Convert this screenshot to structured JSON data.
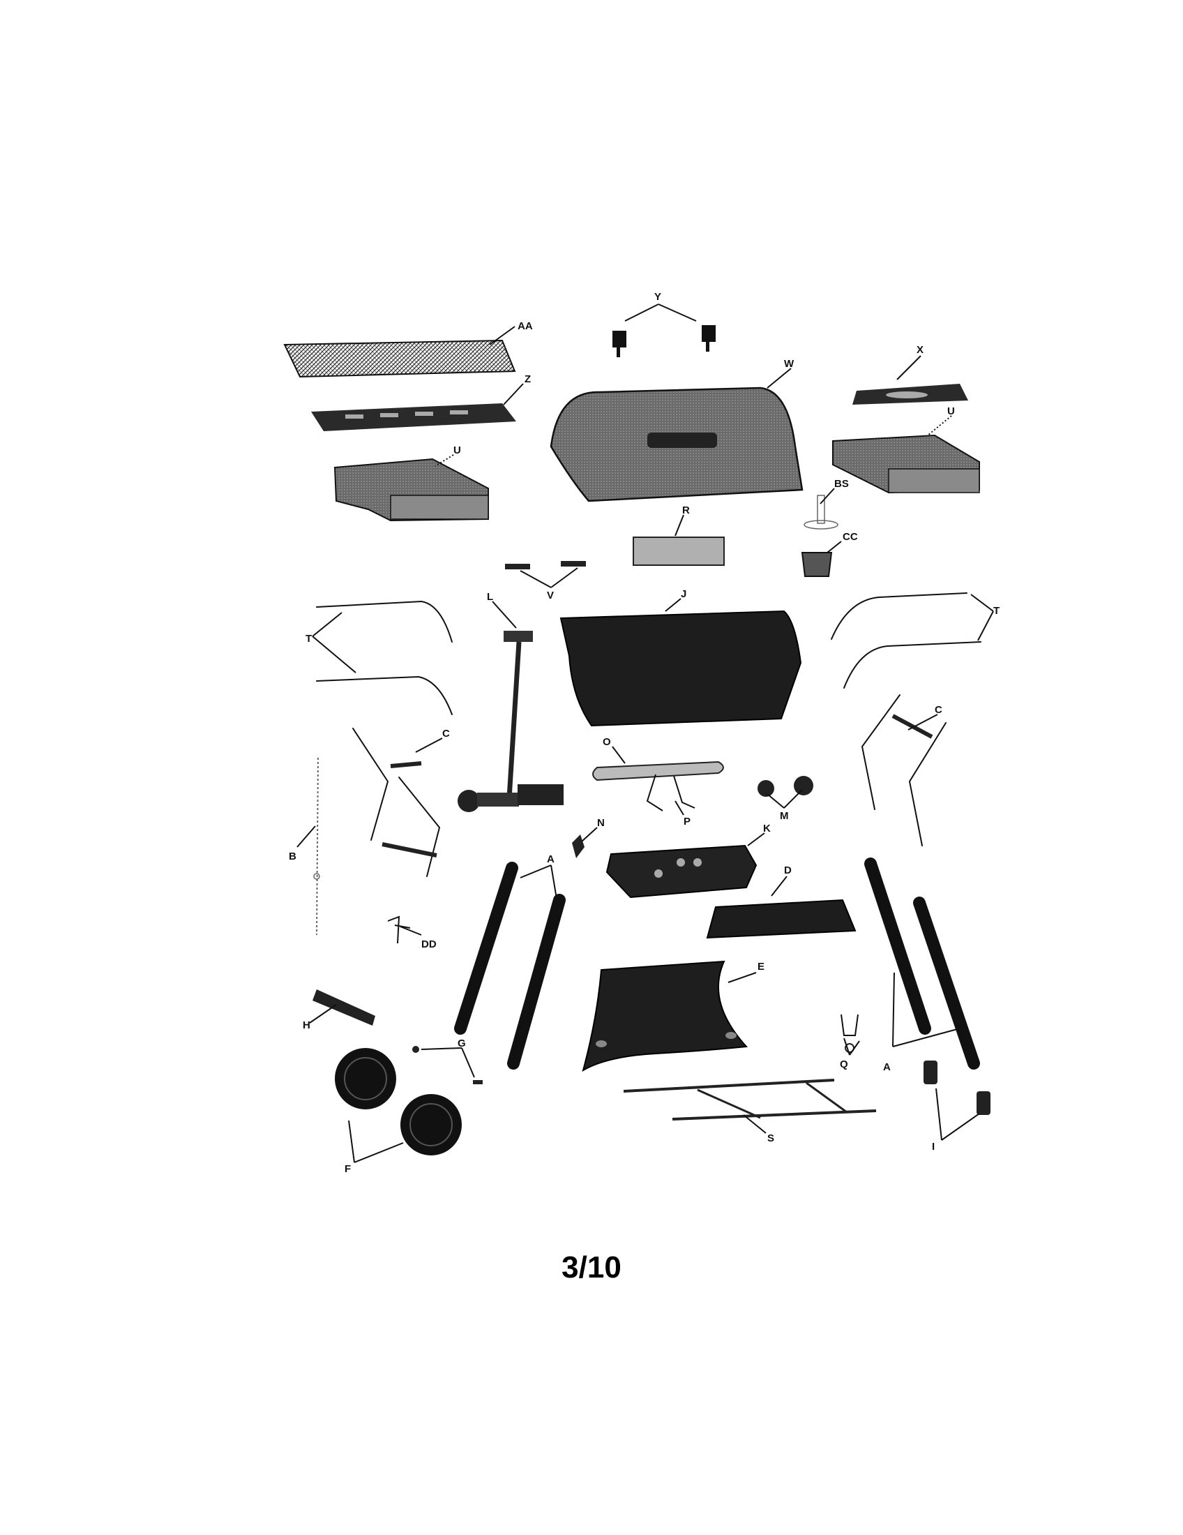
{
  "page_number": "3/10",
  "callouts": {
    "AA": "AA",
    "Y": "Y",
    "W": "W",
    "X": "X",
    "Z": "Z",
    "U_left": "U",
    "U_right": "U",
    "BS": "BS",
    "R": "R",
    "CC": "CC",
    "V": "V",
    "L": "L",
    "J": "J",
    "T_left": "T",
    "T_right": "T",
    "C_left": "C",
    "C_right": "C",
    "O": "O",
    "P": "P",
    "M": "M",
    "B": "B",
    "N": "N",
    "K": "K",
    "A_left": "A",
    "A_right": "A",
    "D": "D",
    "DD": "DD",
    "E": "E",
    "H": "H",
    "G": "G",
    "Q": "Q",
    "F": "F",
    "S": "S",
    "I": "I"
  }
}
